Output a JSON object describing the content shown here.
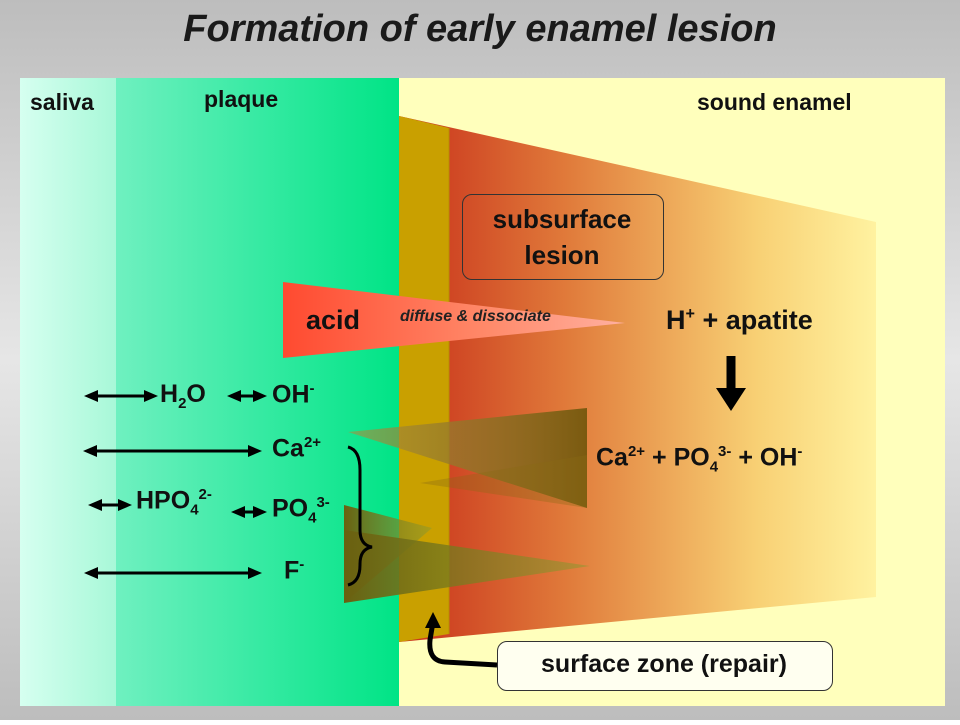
{
  "title": "Formation of early enamel lesion",
  "regions": {
    "saliva": "saliva",
    "plaque": "plaque",
    "sound_enamel": "sound enamel"
  },
  "subsurface_lesion": {
    "line1": "subsurface",
    "line2": "lesion"
  },
  "acid": "acid",
  "diffuse_dissociate": "diffuse & dissociate",
  "reaction_top": {
    "h": "H",
    "h_sup": "+",
    "rest": " +  apatite"
  },
  "reaction_products": {
    "ca": "Ca",
    "ca_sup": "2+",
    "plus1": " + ",
    "po": "PO",
    "po_sub": "4",
    "po_sup": "3-",
    "plus2": " + ",
    "oh": "OH",
    "oh_sup": "-"
  },
  "plaque_species": {
    "h2o": {
      "base1": "H",
      "sub": "2",
      "base2": "O"
    },
    "oh": {
      "base": "OH",
      "sup": "-"
    },
    "ca": {
      "base": "Ca",
      "sup": "2+"
    },
    "hpo4": {
      "base": "HPO",
      "sub": "4",
      "sup": "2-"
    },
    "po4": {
      "base": "PO",
      "sub": "4",
      "sup": "3-"
    },
    "f": {
      "base": "F",
      "sup": "-"
    }
  },
  "surface_zone": "surface zone (repair)",
  "colors": {
    "background": "#d8d8d8",
    "saliva": "#c8ffe8",
    "plaque": "#00e88c",
    "sound_enamel": "#ffffb8",
    "surface_layer": "#c9a000",
    "lesion_red": "#d43a1c",
    "acid": "#ff5a3c",
    "mineral_triangle": "#7a6418"
  }
}
